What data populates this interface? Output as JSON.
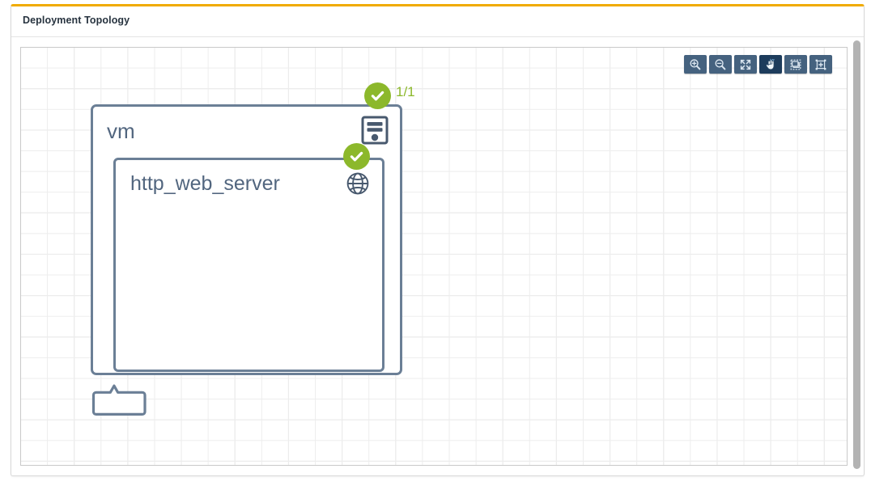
{
  "panel": {
    "title": "Deployment Topology",
    "accent_color": "#f0ab00",
    "border_color": "#d9d9d9"
  },
  "toolbar": {
    "buttons": [
      {
        "name": "zoom-in-icon",
        "label": "Zoom In",
        "active": false
      },
      {
        "name": "zoom-out-icon",
        "label": "Zoom Out",
        "active": false
      },
      {
        "name": "fit-to-screen-icon",
        "label": "Fit To Screen",
        "active": false
      },
      {
        "name": "pan-hand-icon",
        "label": "Pan",
        "active": true
      },
      {
        "name": "marquee-select-icon",
        "label": "Select Region",
        "active": false
      },
      {
        "name": "center-selection-icon",
        "label": "Center Selection",
        "active": false
      }
    ]
  },
  "canvas": {
    "grid": {
      "enabled": true,
      "minor_color": "#ededed",
      "major_color": "#dddddd"
    },
    "nodes": [
      {
        "id": "vm",
        "label": "vm",
        "icon": "server-icon",
        "border_color": "#6b7f96",
        "status": {
          "state": "ok",
          "color": "#8cb82b",
          "count": "1/1"
        }
      },
      {
        "id": "http_web_server",
        "label": "http_web_server",
        "icon": "globe-icon",
        "border_color": "#6b7f96",
        "status": {
          "state": "ok",
          "color": "#8cb82b",
          "count": ""
        }
      }
    ],
    "connector": {
      "name": "network-connector-shape",
      "label": "",
      "border_color": "#6b7f96"
    }
  },
  "scrollbar": {
    "orientation": "vertical",
    "thumb_color": "#b3b3b3"
  }
}
